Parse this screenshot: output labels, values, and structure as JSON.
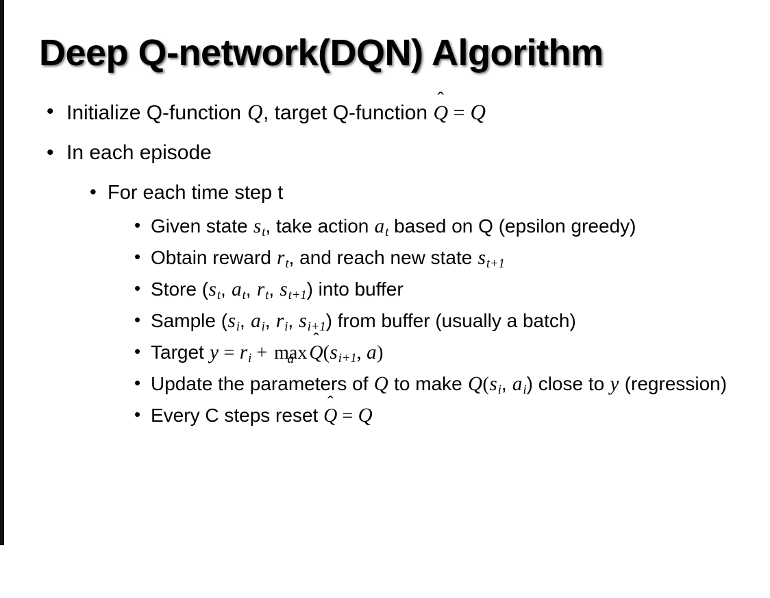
{
  "slide": {
    "title": "Deep Q-network(DQN) Algorithm",
    "bullet_glyph": "•",
    "background_color": "#ffffff",
    "text_color": "#000000",
    "edge_bar_color": "#111111",
    "bullets": [
      {
        "level": 1,
        "id": "initialize-q-function",
        "text_parts": {
          "p1": "Initialize Q-function ",
          "v1": "Q",
          "p2": ", target Q-function ",
          "v2": "Q",
          "p3": " = ",
          "v3": "Q"
        }
      },
      {
        "level": 1,
        "id": "in-each-episode",
        "text": "In each episode"
      },
      {
        "level": 2,
        "id": "for-each-time-step",
        "text": "For each time step t"
      },
      {
        "level": 3,
        "id": "given-state-take-action",
        "text_parts": {
          "p1": "Given state ",
          "v1": "s",
          "sub1": "t",
          "p2": ", take action ",
          "v2": "a",
          "sub2": "t",
          "p3": " based on Q (epsilon greedy)"
        }
      },
      {
        "level": 3,
        "id": "obtain-reward-reach-new-state",
        "text_parts": {
          "p1": "Obtain reward ",
          "v1": "r",
          "sub1": "t",
          "p2": ", and reach new state ",
          "v2": "s",
          "sub2": "t+1"
        }
      },
      {
        "level": 3,
        "id": "store-into-buffer",
        "text_parts": {
          "p1": "Store (",
          "v1": "s",
          "sub1": "t",
          "p2": ", ",
          "v2": "a",
          "sub2": "t",
          "p3": ", ",
          "v3": "r",
          "sub3": "t",
          "p4": ", ",
          "v4": "s",
          "sub4": "t+1",
          "p5": ") into buffer"
        }
      },
      {
        "level": 3,
        "id": "sample-from-buffer",
        "text_parts": {
          "p1": "Sample (",
          "v1": "s",
          "sub1": "i",
          "p2": ", ",
          "v2": "a",
          "sub2": "i",
          "p3": ", ",
          "v3": "r",
          "sub3": "i",
          "p4": ", ",
          "v4": "s",
          "sub4": "i+1",
          "p5": ") from buffer (usually a batch)"
        }
      },
      {
        "level": 3,
        "id": "target-y-equation",
        "text_parts": {
          "p1": "Target ",
          "v1": "y",
          "p2": " = ",
          "v2": "r",
          "sub2": "i",
          "p3": " + ",
          "op": "max",
          "oplimit": "a",
          "v3": "Q",
          "p4": "(",
          "v4": "s",
          "sub4": "i+1",
          "p5": ", ",
          "v5": "a",
          "p6": ")"
        }
      },
      {
        "level": 3,
        "id": "update-parameters-regression",
        "text_parts": {
          "p1": "Update the parameters of ",
          "v1": "Q",
          "p2": " to make ",
          "v2": "Q",
          "p3": "(",
          "v3": "s",
          "sub3": "i",
          "p4": ", ",
          "v4": "a",
          "sub4": "i",
          "p5": ") close to ",
          "v5": "y",
          "p6": " (regression)"
        }
      },
      {
        "level": 3,
        "id": "every-c-steps-reset",
        "text_parts": {
          "p1": "Every C steps reset ",
          "v1": "Q",
          "p2": " = ",
          "v2": "Q"
        }
      }
    ]
  }
}
